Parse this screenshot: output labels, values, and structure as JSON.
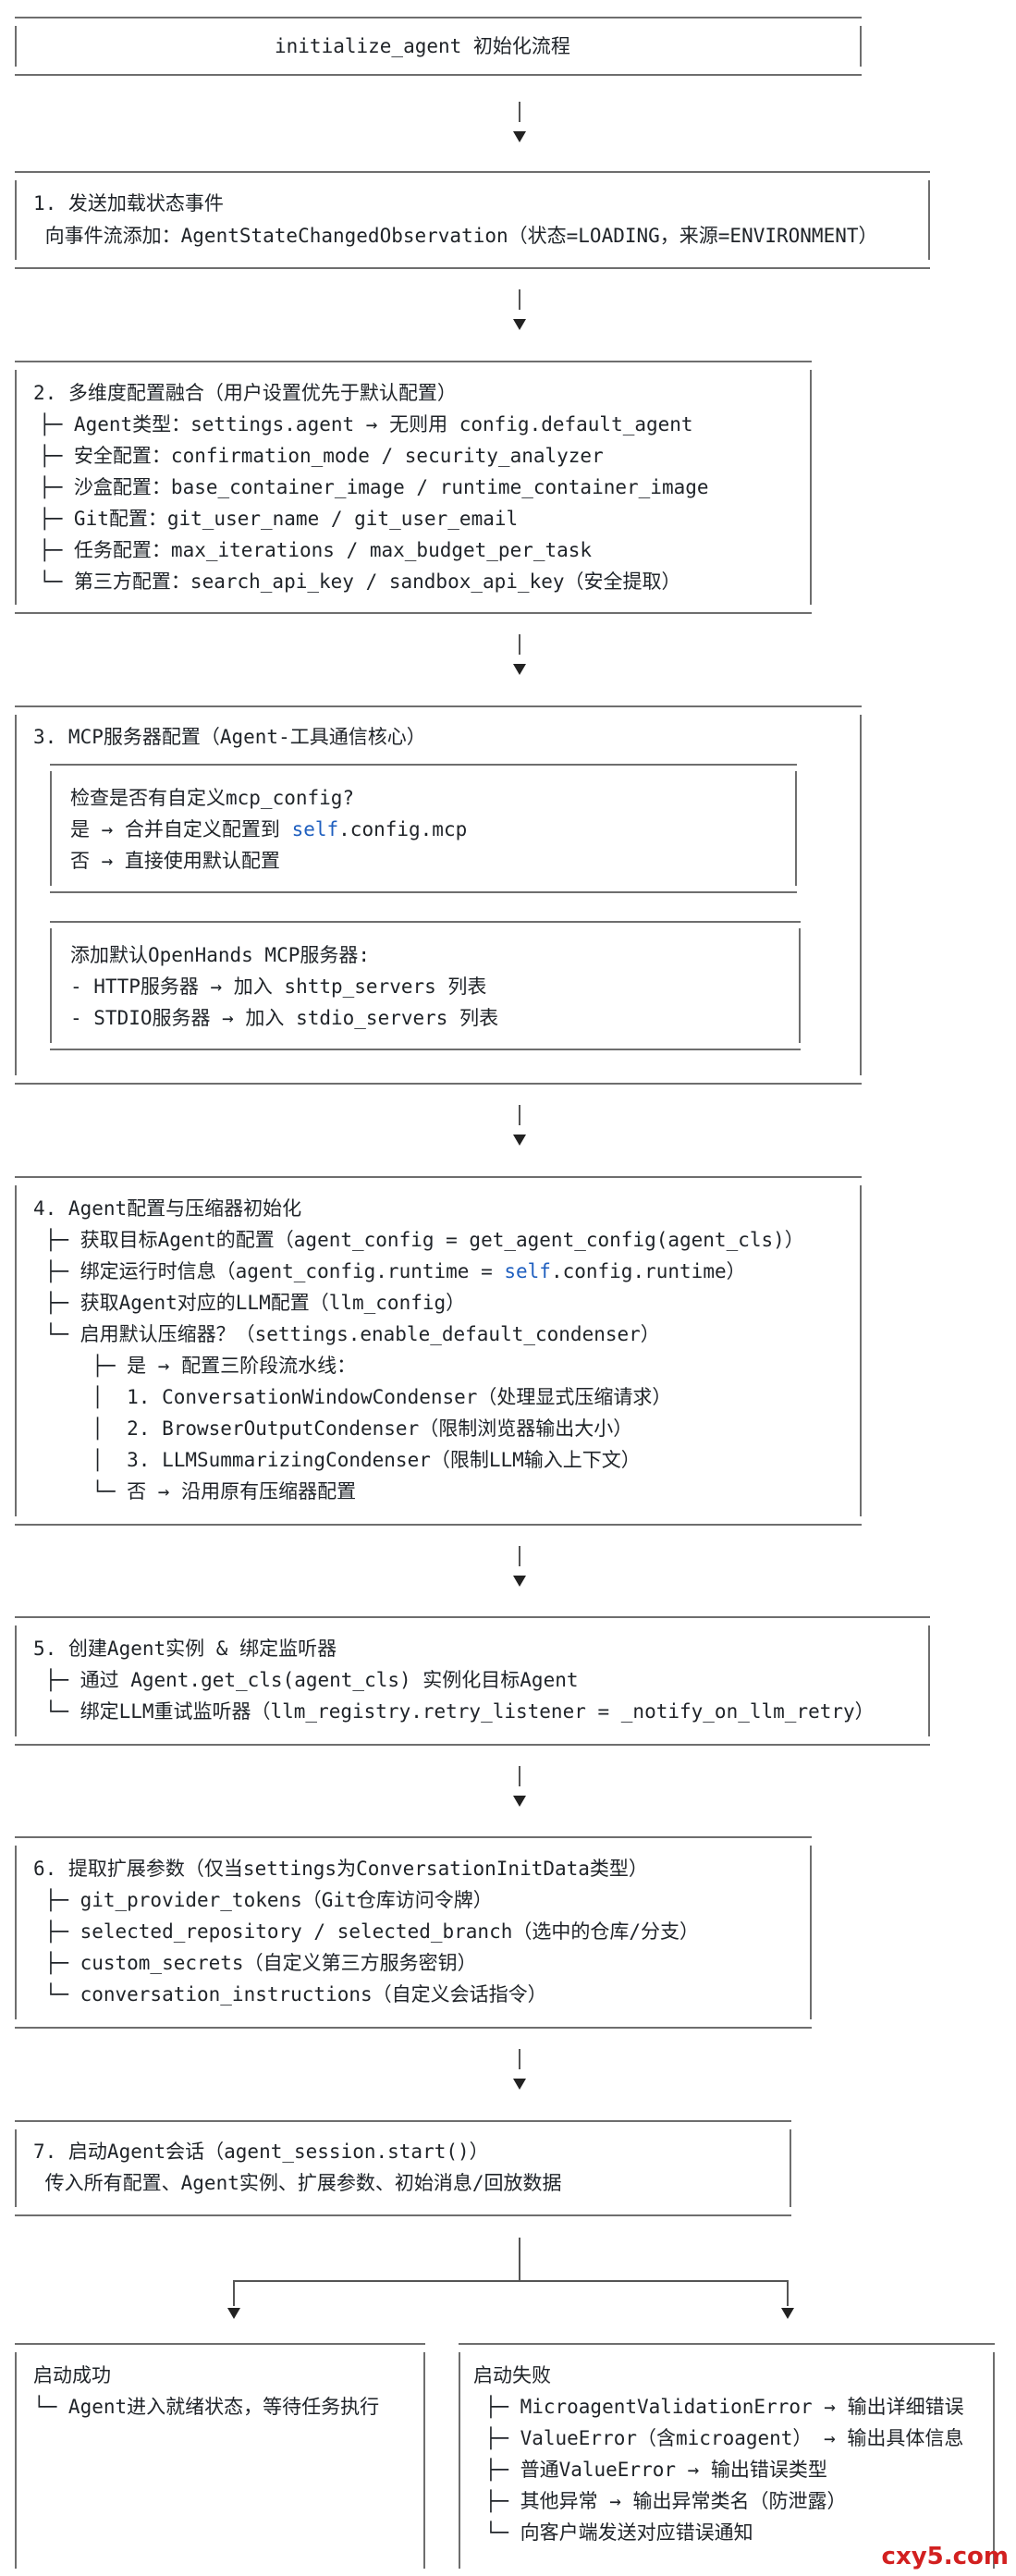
{
  "title": "initialize_agent 初始化流程",
  "step1": {
    "lines": [
      "1. 发送加载状态事件",
      " 向事件流添加：AgentStateChangedObservation（状态=LOADING，来源=ENVIRONMENT）"
    ]
  },
  "step2": {
    "lines": [
      "2. 多维度配置融合（用户设置优先于默认配置）",
      "├─ Agent类型：settings.agent → 无则用 config.default_agent",
      "├─ 安全配置：confirmation_mode / security_analyzer",
      "├─ 沙盒配置：base_container_image / runtime_container_image",
      "├─ Git配置：git_user_name / git_user_email",
      "├─ 任务配置：max_iterations / max_budget_per_task",
      "└─ 第三方配置：search_api_key / sandbox_api_key（安全提取）"
    ]
  },
  "step3": {
    "title": "3. MCP服务器配置（Agent-工具通信核心）",
    "inner1": [
      "检查是否有自定义mcp_config?",
      "是 → 合并自定义配置到 ",
      "否 → 直接使用默认配置"
    ],
    "inner1_kw": "self",
    "inner1_tail": ".config.mcp",
    "inner2": [
      "添加默认OpenHands MCP服务器:",
      "- HTTP服务器 → 加入 shttp_servers 列表",
      "- STDIO服务器 → 加入 stdio_servers 列表"
    ]
  },
  "step4": {
    "lines": [
      "4. Agent配置与压缩器初始化",
      " ├─ 获取目标Agent的配置（agent_config = get_agent_config(agent_cls)）",
      " ├─ 绑定运行时信息（agent_config.runtime = ",
      " ├─ 获取Agent对应的LLM配置（llm_config）",
      " └─ 启用默认压缩器？（settings.enable_default_condenser）",
      "     ├─ 是 → 配置三阶段流水线：",
      "     │  1. ConversationWindowCondenser（处理显式压缩请求）",
      "     │  2. BrowserOutputCondenser（限制浏览器输出大小）",
      "     │  3. LLMSummarizingCondenser（限制LLM输入上下文）",
      "     └─ 否 → 沿用原有压缩器配置"
    ],
    "runtime_kw": "self",
    "runtime_tail": ".config.runtime）"
  },
  "step5": {
    "lines": [
      "5. 创建Agent实例 & 绑定监听器",
      " ├─ 通过 Agent.get_cls(agent_cls) 实例化目标Agent",
      " └─ 绑定LLM重试监听器（llm_registry.retry_listener = _notify_on_llm_retry）"
    ]
  },
  "step6": {
    "lines": [
      "6. 提取扩展参数（仅当settings为ConversationInitData类型）",
      " ├─ git_provider_tokens（Git仓库访问令牌）",
      " ├─ selected_repository / selected_branch（选中的仓库/分支）",
      " ├─ custom_secrets（自定义第三方服务密钥）",
      " └─ conversation_instructions（自定义会话指令）"
    ]
  },
  "step7": {
    "lines": [
      "7. 启动Agent会话（agent_session.start()）",
      " 传入所有配置、Agent实例、扩展参数、初始消息/回放数据"
    ]
  },
  "success": {
    "lines": [
      "启动成功",
      "└─ Agent进入就绪状态，等待任务执行"
    ]
  },
  "failure": {
    "lines": [
      "启动失败",
      " ├─ MicroagentValidationError → 输出详细错误",
      " ├─ ValueError（含microagent） → 输出具体信息",
      " ├─ 普通ValueError → 输出错误类型",
      " ├─ 其他异常 → 输出异常类名（防泄露）",
      " └─ 向客户端发送对应错误通知"
    ]
  },
  "watermark": "cxy5.com"
}
